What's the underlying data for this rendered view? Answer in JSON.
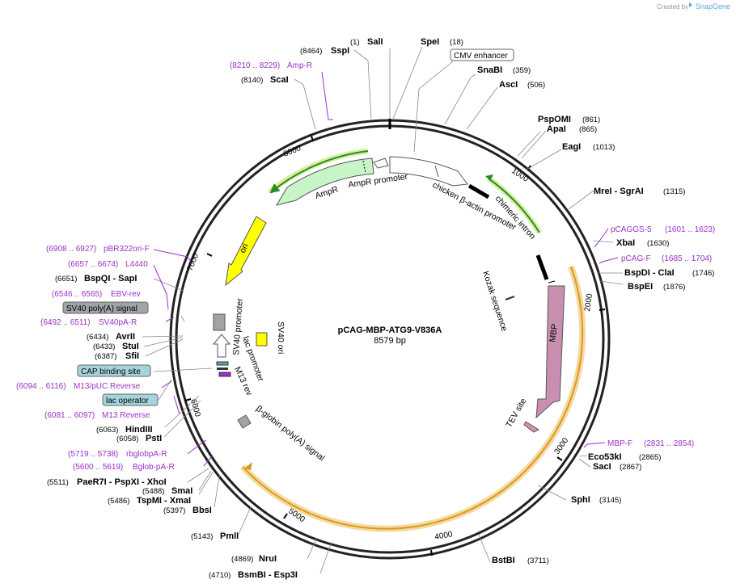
{
  "credit": "Created by",
  "brand": "SnapGene",
  "plasmid": {
    "name": "pCAG-MBP-ATG9-V836A",
    "size": "8579 bp"
  },
  "ticks": [
    "1000",
    "2000",
    "3000",
    "4000",
    "5000",
    "6000",
    "7000",
    "8000"
  ],
  "enzymes": [
    {
      "pos": "(1)",
      "name": "SalI"
    },
    {
      "pos": "(18)",
      "name": "SpeI"
    },
    {
      "pos": "(8464)",
      "name": "SspI"
    },
    {
      "pos": "(8140)",
      "name": "ScaI"
    },
    {
      "pos": "(359)",
      "name": "SnaBI"
    },
    {
      "pos": "(506)",
      "name": "AscI"
    },
    {
      "pos": "(861)",
      "name": "PspOMI"
    },
    {
      "pos": "(865)",
      "name": "ApaI"
    },
    {
      "pos": "(1013)",
      "name": "EagI"
    },
    {
      "pos": "(1315)",
      "name": "MreI - SgrAI"
    },
    {
      "pos": "(1630)",
      "name": "XbaI"
    },
    {
      "pos": "(1746)",
      "name": "BspDI - ClaI"
    },
    {
      "pos": "(1876)",
      "name": "BspEI"
    },
    {
      "pos": "(2865)",
      "name": "Eco53kI"
    },
    {
      "pos": "(2867)",
      "name": "SacI"
    },
    {
      "pos": "(3145)",
      "name": "SphI"
    },
    {
      "pos": "(3711)",
      "name": "BstBI"
    },
    {
      "pos": "(4869)",
      "name": "NruI"
    },
    {
      "pos": "(4710)",
      "name": "BsmBI - Esp3I"
    },
    {
      "pos": "(5143)",
      "name": "PmlI"
    },
    {
      "pos": "(5397)",
      "name": "BbsI"
    },
    {
      "pos": "(5486)",
      "name": "TspMI - XmaI"
    },
    {
      "pos": "(5488)",
      "name": "SmaI"
    },
    {
      "pos": "(5511)",
      "name": "PaeR7I - PspXI - XhoI"
    },
    {
      "pos": "(6058)",
      "name": "PstI"
    },
    {
      "pos": "(6063)",
      "name": "HindIII"
    },
    {
      "pos": "(6387)",
      "name": "SfiI"
    },
    {
      "pos": "(6433)",
      "name": "StuI"
    },
    {
      "pos": "(6434)",
      "name": "AvrII"
    },
    {
      "pos": "(6651)",
      "name": "BspQI - SapI"
    }
  ],
  "primers": [
    {
      "range": "(8210 .. 8229)",
      "name": "Amp-R"
    },
    {
      "range": "(1601 .. 1623)",
      "name": "pCAGGS-5"
    },
    {
      "range": "(1685 .. 1704)",
      "name": "pCAG-F"
    },
    {
      "range": "(2831 .. 2854)",
      "name": "MBP-F"
    },
    {
      "range": "(5719 .. 5738)",
      "name": "rbglobpA-R"
    },
    {
      "range": "(5600 .. 5619)",
      "name": "Bglob-pA-R"
    },
    {
      "range": "(6081 .. 6097)",
      "name": "M13 Reverse"
    },
    {
      "range": "(6094 .. 6116)",
      "name": "M13/pUC Reverse"
    },
    {
      "range": "(6492 .. 6511)",
      "name": "SV40pA-R"
    },
    {
      "range": "(6546 .. 6565)",
      "name": "EBV-rev"
    },
    {
      "range": "(6657 .. 6674)",
      "name": "L4440"
    },
    {
      "range": "(6908 .. 6927)",
      "name": "pBR322ori-F"
    }
  ],
  "boxed": [
    {
      "name": "CMV enhancer",
      "style": "white"
    },
    {
      "name": "SV40 poly(A) signal",
      "style": "gray"
    },
    {
      "name": "CAP binding site",
      "style": "teal"
    },
    {
      "name": "lac operator",
      "style": "teal"
    }
  ],
  "features": [
    "AmpR",
    "AmpR promoter",
    "chicken β-actin promoter",
    "chimeric intron",
    "Kozak sequence",
    "MBP",
    "TEV site",
    "ori",
    "SV40 promoter",
    "SV40 ori",
    "lac promoter",
    "M13 rev",
    "β-globin poly(A) signal"
  ],
  "colors": {
    "primer": "#9b30c8",
    "ampr": "#c8f5c8",
    "ori": "#ffff00",
    "mbp": "#c98fb0",
    "highlight": "#f5d9a0",
    "cap": "#a6d4dc",
    "sv40gray": "#a0a4a8"
  }
}
